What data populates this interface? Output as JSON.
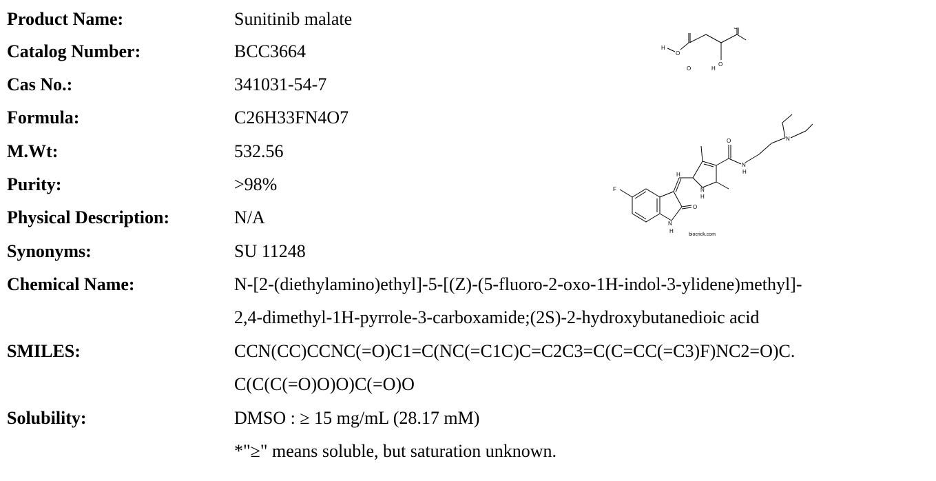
{
  "fields": {
    "product_name": {
      "label": "Product Name:",
      "value": "Sunitinib malate"
    },
    "catalog_number": {
      "label": "Catalog Number:",
      "value": "BCC3664"
    },
    "cas_no": {
      "label": "Cas No.:",
      "value": "341031-54-7"
    },
    "formula": {
      "label": "Formula:",
      "value": "C26H33FN4O7"
    },
    "mw": {
      "label": "M.Wt:",
      "value": "532.56"
    },
    "purity": {
      "label": "Purity:",
      "value": ">98%"
    },
    "physical_description": {
      "label": "Physical Description:",
      "value": "N/A"
    },
    "synonyms": {
      "label": "Synonyms:",
      "value": "SU 11248"
    },
    "chemical_name": {
      "label": "Chemical Name:",
      "line1": "N-[2-(diethylamino)ethyl]-5-[(Z)-(5-fluoro-2-oxo-1H-indol-3-ylidene)methyl]-",
      "line2": "2,4-dimethyl-1H-pyrrole-3-carboxamide;(2S)-2-hydroxybutanedioic acid"
    },
    "smiles": {
      "label": "SMILES:",
      "line1": "CCN(CC)CCNC(=O)C1=C(NC(=C1C)C=C2C3=C(C=CC(=C3)F)NC2=O)C.",
      "line2": "C(C(C(=O)O)O)C(=O)O"
    },
    "solubility": {
      "label": "Solubility:",
      "line1": "DMSO : ≥ 15 mg/mL (28.17 mM)",
      "line2": "*\"≥\" means soluble, but saturation unknown."
    }
  },
  "structure": {
    "atom_labels": {
      "h": "H",
      "o": "O",
      "n": "N",
      "f": "F"
    },
    "watermark": "biocrick.com"
  }
}
